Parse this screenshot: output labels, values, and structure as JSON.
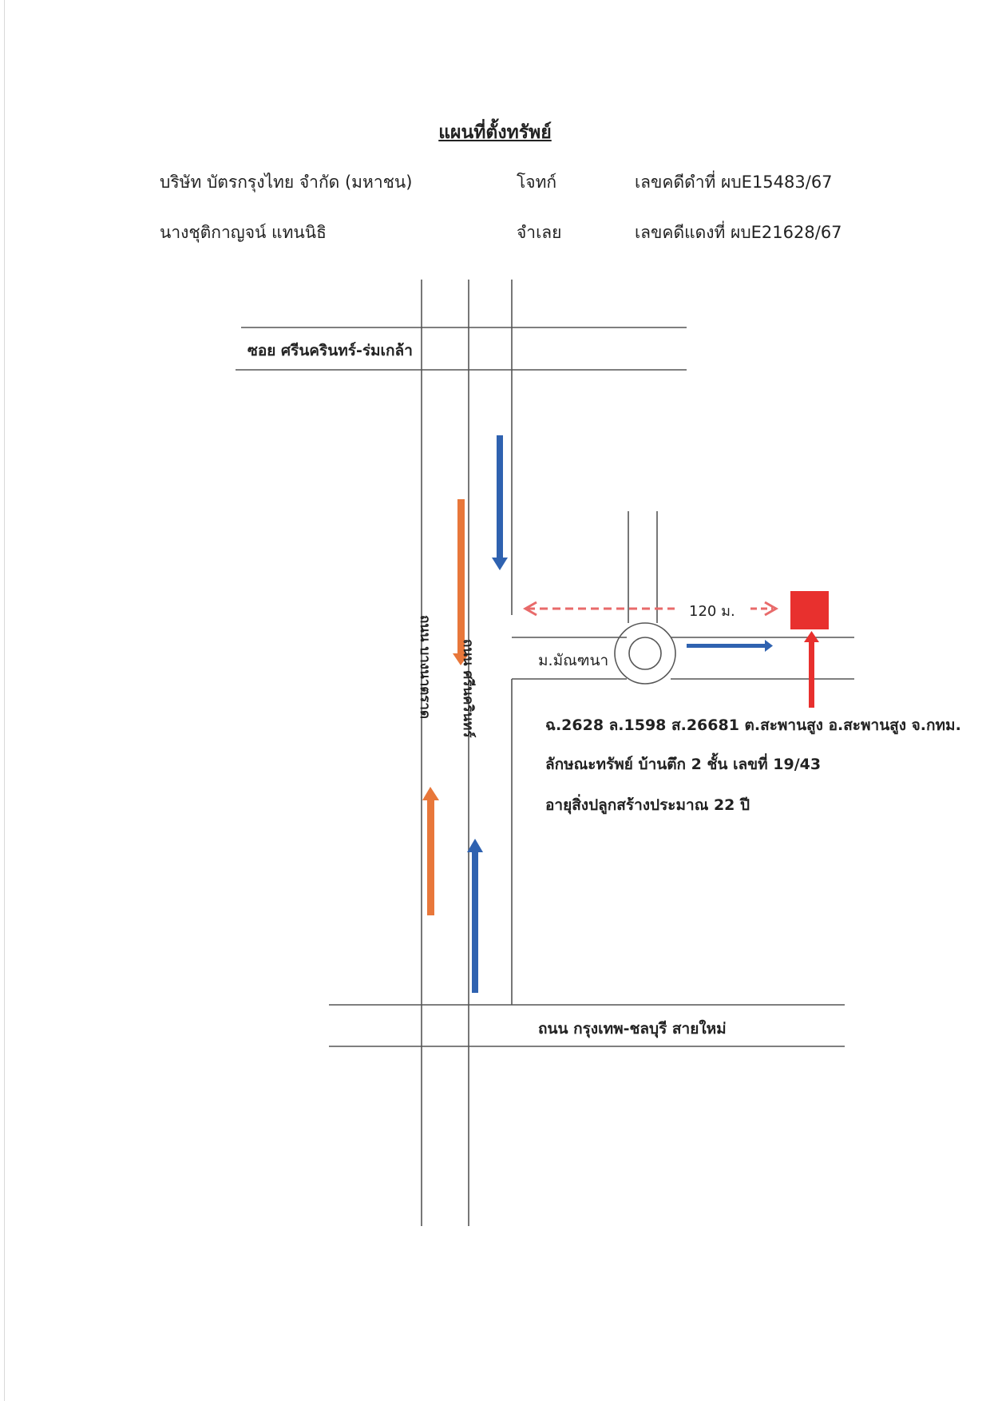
{
  "document": {
    "title": "แผนที่ตั้งทรัพย์",
    "parties": [
      {
        "name": "บริษัท บัตรกรุงไทย จำกัด (มหาชน)",
        "role": "โจทก์",
        "case": "เลขคดีดำที่ ผบE15483/67"
      },
      {
        "name": "นางชุติกาญจน์  แทนนิธิ",
        "role": "จำเลย",
        "case": "เลขคดีแดงที่ ผบE21628/67"
      }
    ]
  },
  "map": {
    "road_top": "ซอย ศรีนครินทร์-ร่มเกล้า",
    "road_bottom": "ถนน กรุงเทพ-ชลบุรี สายใหม่",
    "road_vertical_left": "ถนน บางนาตราด",
    "road_vertical_right": "ถนน ศรีนครินทร์",
    "village": "ม.มัณฑนา",
    "distance": "120 ม.",
    "property_info": [
      "ฉ.2628  ล.1598  ส.26681 ต.สะพานสูง  อ.สะพานสูง  จ.กทม.",
      "ลักษณะทรัพย์ บ้านตึก 2 ชั้น  เลขที่ 19/43",
      "อายุสิ่งปลูกสร้างประมาณ  22  ปี"
    ],
    "colors": {
      "road_line": "#555555",
      "blue_arrow": "#2f62b0",
      "orange_arrow": "#e8773a",
      "red": "#e8302e",
      "dashed_red": "#e86a6a"
    }
  }
}
